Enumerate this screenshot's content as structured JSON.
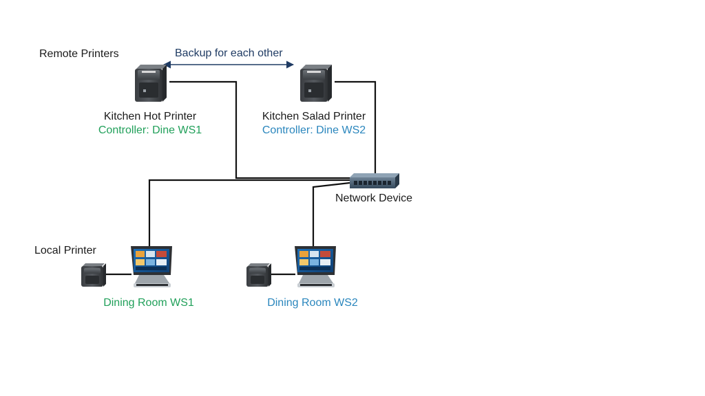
{
  "labels": {
    "remote_printers": "Remote Printers",
    "backup_note": "Backup for each other",
    "kitchen_hot_printer": "Kitchen Hot Printer",
    "kitchen_hot_controller": "Controller: Dine WS1",
    "kitchen_salad_printer": "Kitchen Salad Printer",
    "kitchen_salad_controller": "Controller: Dine WS2",
    "network_device": "Network Device",
    "local_printer": "Local Printer",
    "dining_room_ws1": "Dining Room WS1",
    "dining_room_ws2": "Dining Room WS2"
  },
  "colors": {
    "ws1": "#21a05a",
    "ws2": "#2a86bd",
    "backup_arrow": "#1f3b63",
    "wire": "#111111"
  },
  "icons": {
    "printer": "receipt-printer-icon",
    "terminal": "pos-terminal-icon",
    "switch": "network-switch-icon"
  }
}
